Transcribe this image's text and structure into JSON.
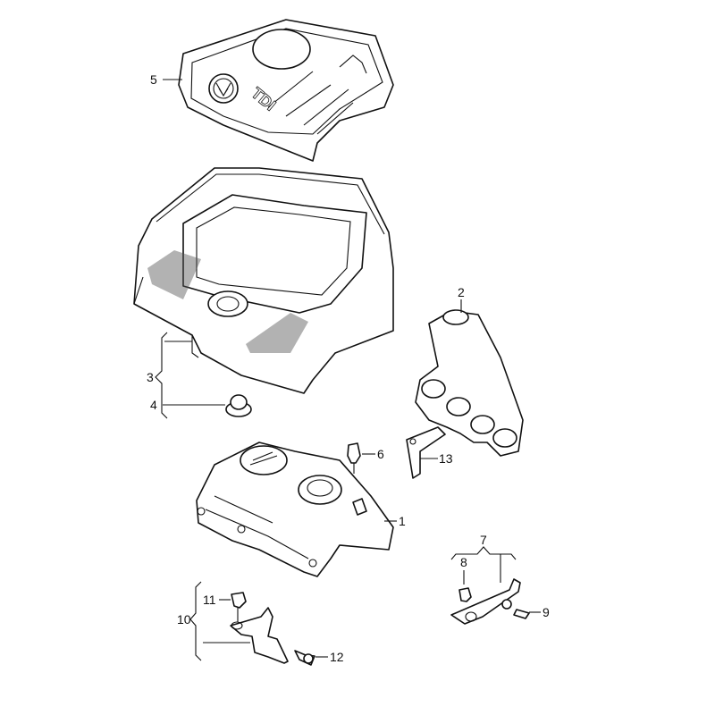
{
  "diagram": {
    "callouts": {
      "c1": "1",
      "c2": "2",
      "c3": "3",
      "c4": "4",
      "c5": "5",
      "c6": "6",
      "c7": "7",
      "c8": "8",
      "c9": "9",
      "c10": "10",
      "c11": "11",
      "c12": "12",
      "c13": "13"
    },
    "cover_logo_text": "TDI"
  }
}
